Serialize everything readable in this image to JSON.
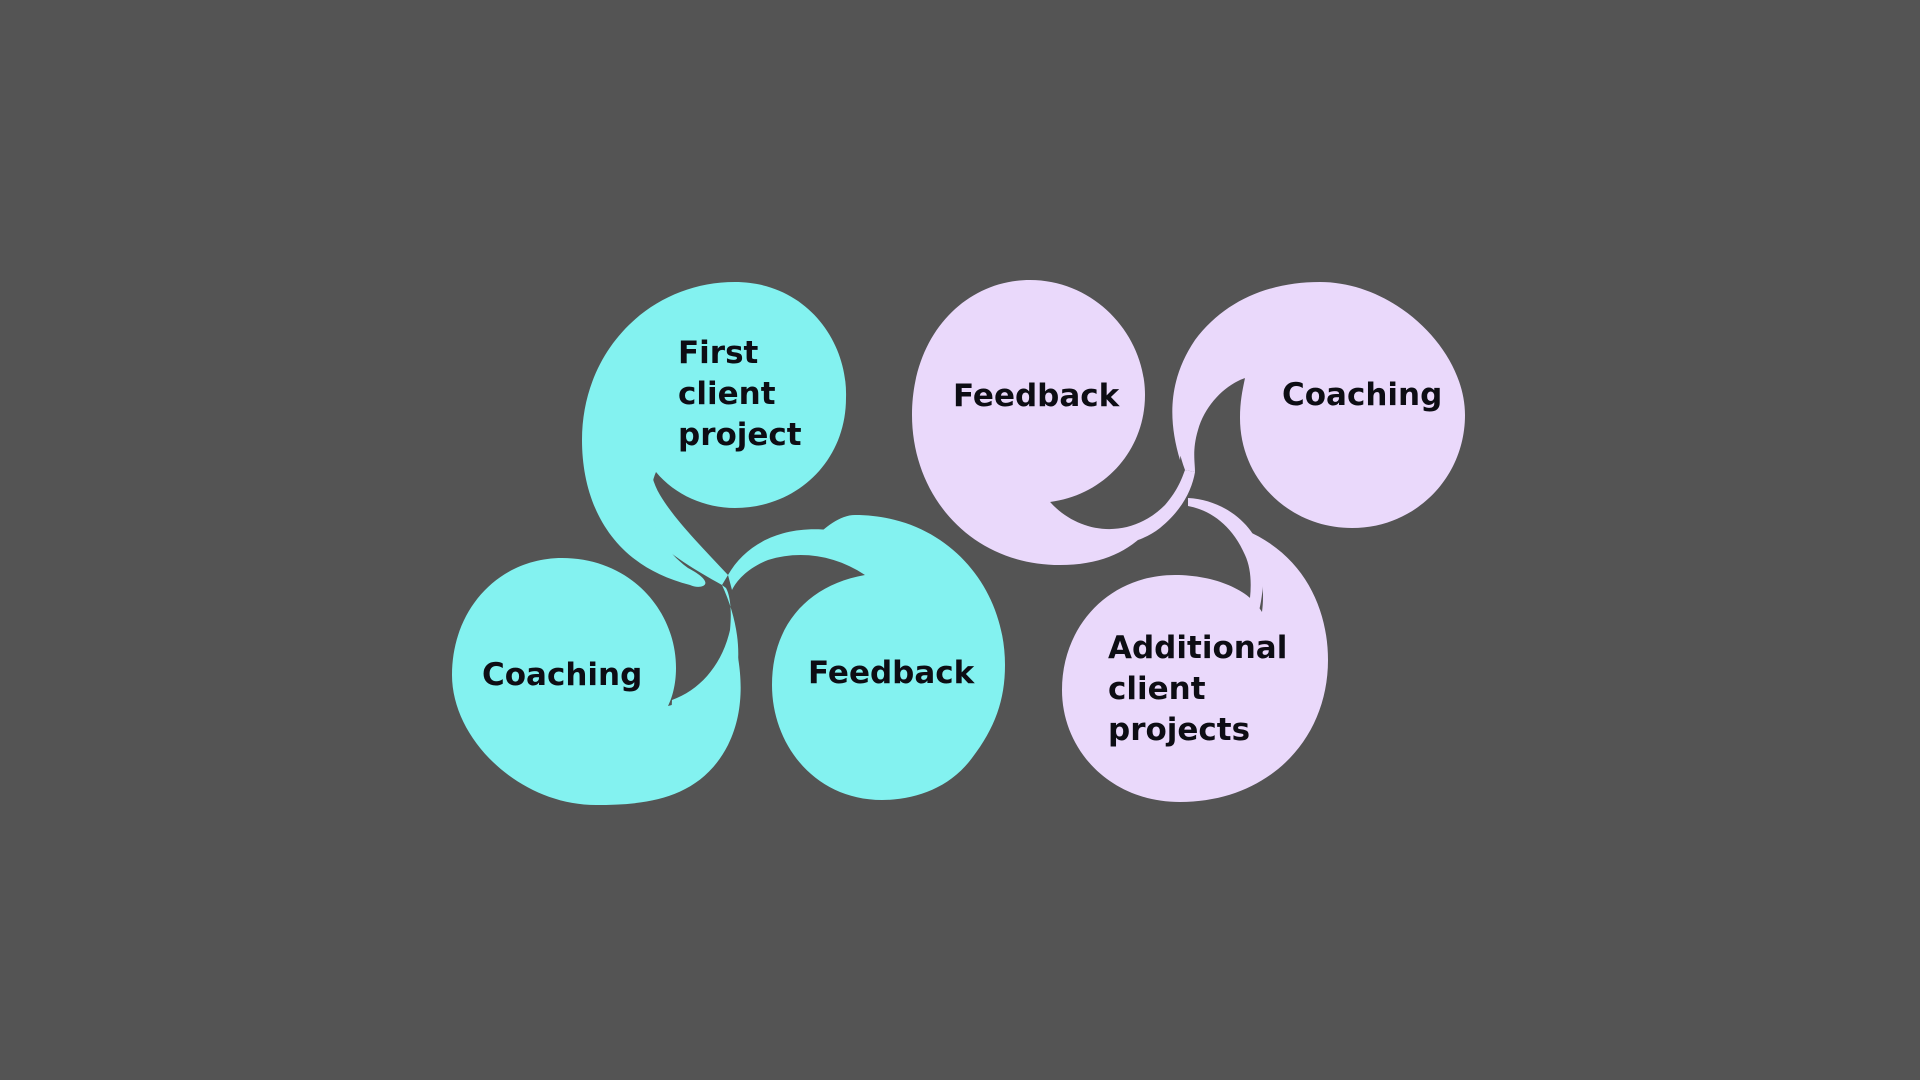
{
  "colors": {
    "background": "#545454",
    "cycle_one": "#83F2F0",
    "cycle_two": "#EAD9FB",
    "text": "#0d0d14"
  },
  "cycles": [
    {
      "name": "first-cycle",
      "bubbles": [
        {
          "lines": [
            "First",
            "client",
            "project"
          ]
        },
        {
          "lines": [
            "Coaching"
          ]
        },
        {
          "lines": [
            "Feedback"
          ]
        }
      ]
    },
    {
      "name": "second-cycle",
      "bubbles": [
        {
          "lines": [
            "Feedback"
          ]
        },
        {
          "lines": [
            "Coaching"
          ]
        },
        {
          "lines": [
            "Additional",
            "client",
            "projects"
          ]
        }
      ]
    }
  ]
}
